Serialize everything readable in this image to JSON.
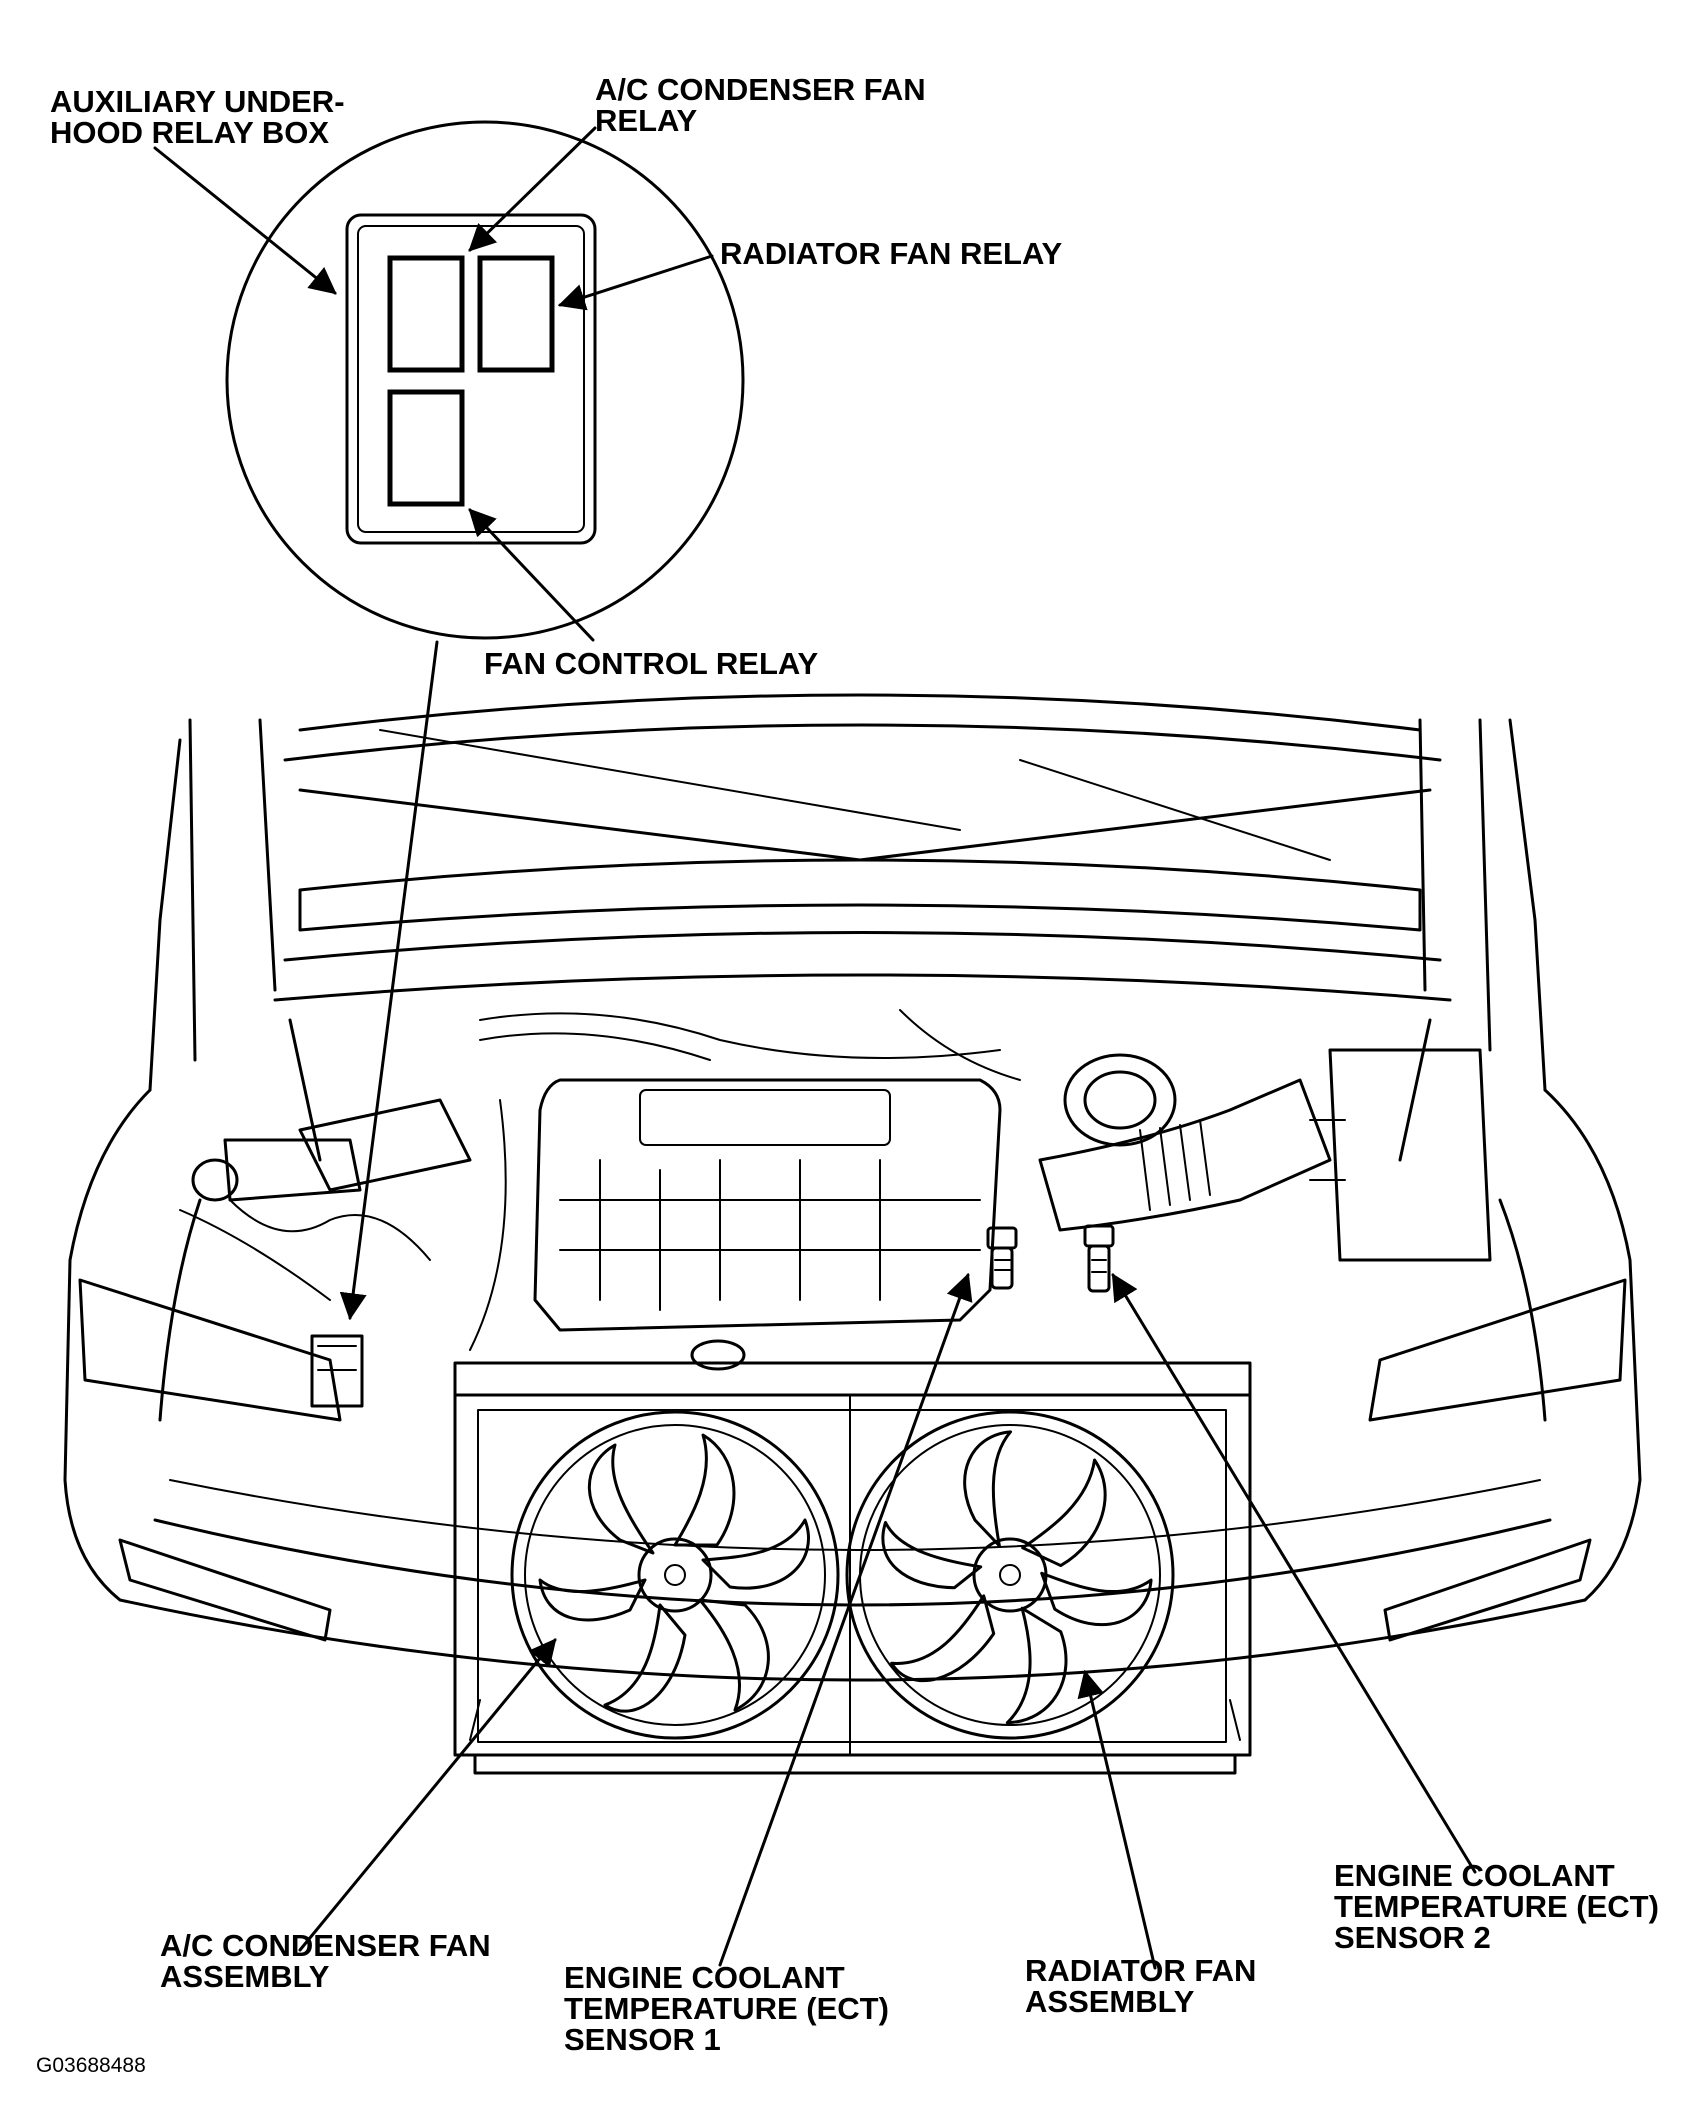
{
  "labels": {
    "aux_relay_box": [
      "AUXILIARY UNDER-",
      "HOOD RELAY BOX"
    ],
    "ac_condenser_fan_relay": [
      "A/C CONDENSER FAN",
      "RELAY"
    ],
    "radiator_fan_relay": [
      "RADIATOR FAN RELAY"
    ],
    "fan_control_relay": [
      "FAN CONTROL RELAY"
    ],
    "ac_condenser_fan_assembly": [
      "A/C CONDENSER FAN",
      "ASSEMBLY"
    ],
    "ect_sensor_1": [
      "ENGINE COOLANT",
      "TEMPERATURE (ECT)",
      "SENSOR 1"
    ],
    "radiator_fan_assembly": [
      "RADIATOR FAN",
      "ASSEMBLY"
    ],
    "ect_sensor_2": [
      "ENGINE COOLANT",
      "TEMPERATURE (ECT)",
      "SENSOR 2"
    ]
  },
  "figure_id": "G03688488"
}
